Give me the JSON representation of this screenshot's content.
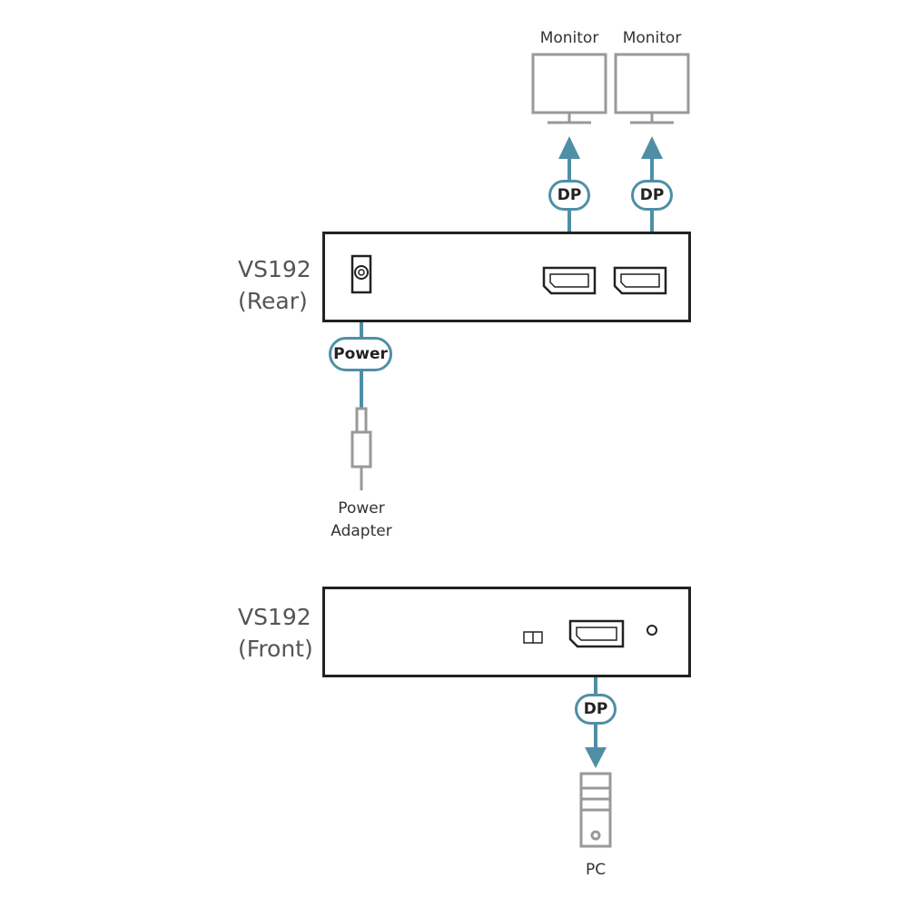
{
  "devices": {
    "rear": {
      "name": "VS192",
      "side": "(Rear)"
    },
    "front": {
      "name": "VS192",
      "side": "(Front)"
    }
  },
  "monitors": [
    {
      "label": "Monitor"
    },
    {
      "label": "Monitor"
    }
  ],
  "cables": {
    "dp_monitor_1": "DP",
    "dp_monitor_2": "DP",
    "power": "Power",
    "dp_pc": "DP"
  },
  "power_adapter": {
    "line1": "Power",
    "line2": "Adapter"
  },
  "pc": {
    "label": "PC"
  },
  "colors": {
    "cable": "#4f8fa6",
    "device_border": "#222222",
    "icon_gray": "#999999"
  }
}
